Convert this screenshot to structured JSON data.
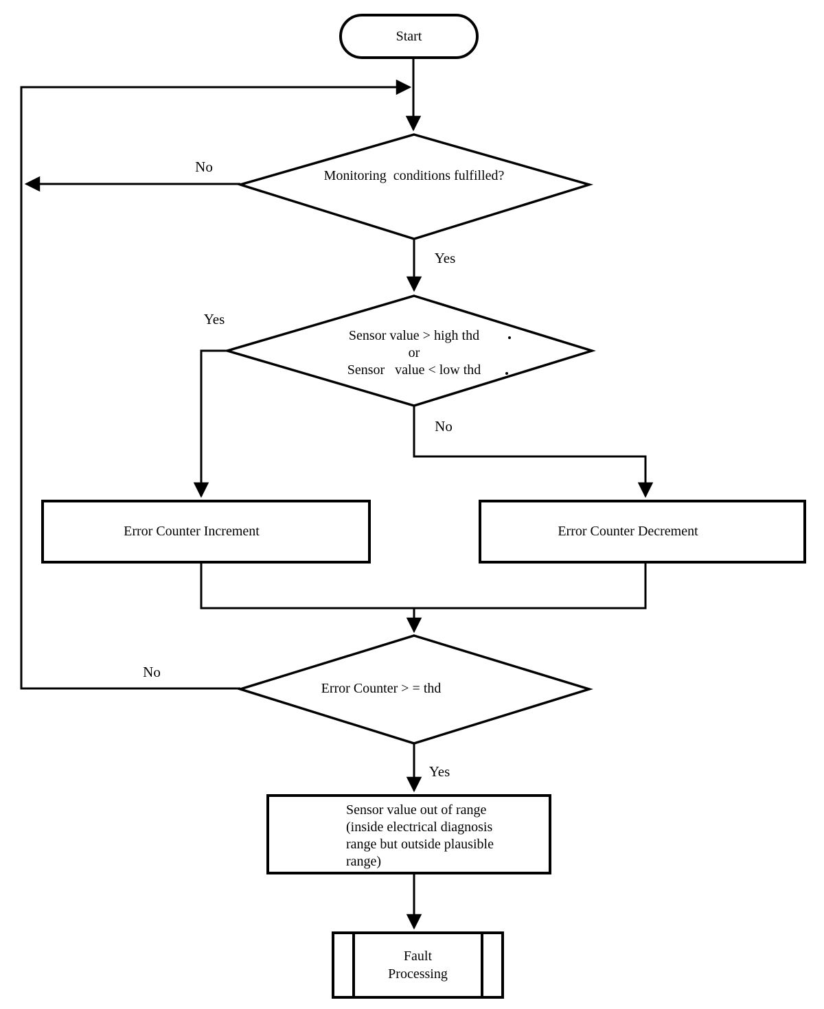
{
  "colors": {
    "ink": "#000000",
    "background": "#ffffff"
  },
  "nodes": {
    "start": {
      "type": "terminator",
      "label": "Start"
    },
    "monitoring_decision": {
      "type": "decision",
      "label": "Monitoring  conditions fulfilled?"
    },
    "threshold_decision": {
      "type": "decision",
      "label": "Sensor value > high thd\nor\nSensor   value < low thd"
    },
    "error_counter_increment": {
      "type": "process",
      "label": "Error Counter Increment"
    },
    "error_counter_decrement": {
      "type": "process",
      "label": "Error Counter Decrement"
    },
    "counter_decision": {
      "type": "decision",
      "label": "Error Counter > = thd"
    },
    "out_of_range": {
      "type": "process",
      "label": "Sensor value out of range\n(inside electrical diagnosis\nrange but outside plausible\nrange)"
    },
    "fault_processing": {
      "type": "predefined_process",
      "label": "Fault\nProcessing"
    }
  },
  "edge_labels": {
    "monitoring_no": "No",
    "monitoring_yes": "Yes",
    "threshold_yes": "Yes",
    "threshold_no": "No",
    "counter_no": "No",
    "counter_yes": "Yes"
  }
}
